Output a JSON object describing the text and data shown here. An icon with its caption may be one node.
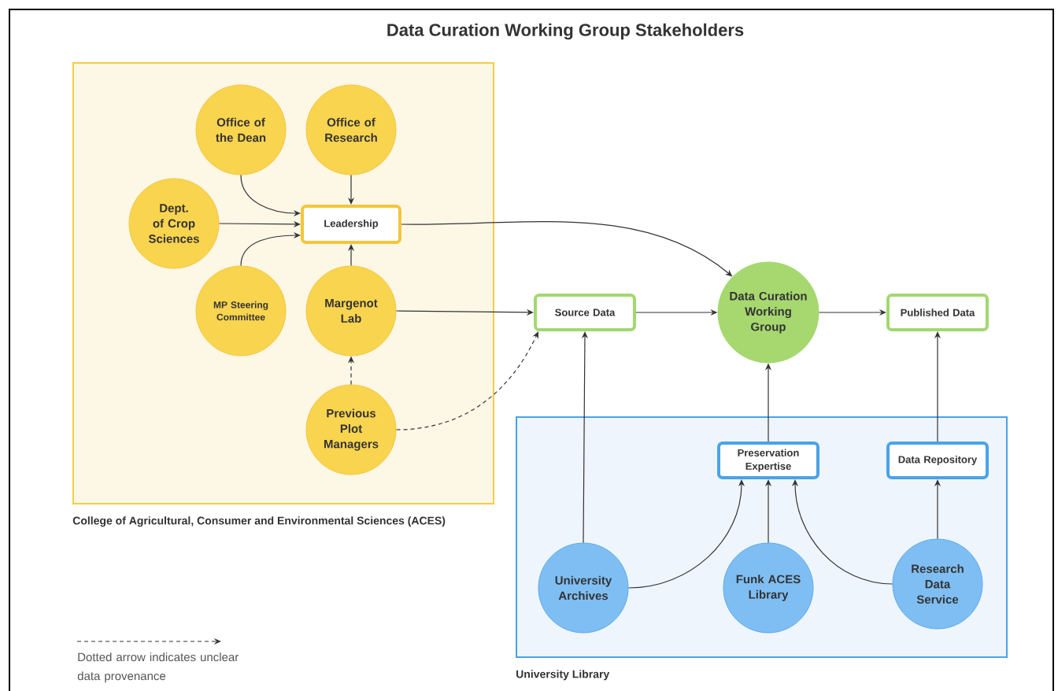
{
  "diagram": {
    "title": "Data Curation Working Group Stakeholders",
    "nodes": [
      {
        "text": [
          "College of Agricultural, Consumer and Environmental Sciences (ACES)"
        ]
      },
      {
        "text": [
          "Office of the Dean"
        ],
        "in": 0
      },
      {
        "text": [
          "Office of Research"
        ],
        "in": 0
      },
      {
        "text": [
          "Dept. of Crop Sciences"
        ],
        "in": 0
      },
      {
        "text": [
          "Leadership"
        ],
        "in": 0
      },
      {
        "text": [
          "MP Steering Committee"
        ],
        "in": 0
      },
      {
        "text": [
          "Margenot Lab"
        ],
        "in": 0
      },
      {
        "text": [
          "Previous Plot Managers"
        ],
        "in": 0
      },
      {
        "text": [
          "Source Data"
        ]
      },
      {
        "text": [
          "Data Curation Working Group"
        ]
      },
      {
        "text": [
          "Published Data"
        ]
      },
      {
        "text": [
          "University Library"
        ]
      },
      {
        "text": [
          "Preservation Expertise"
        ],
        "in": 11
      },
      {
        "text": [
          "Data Repository"
        ],
        "in": 11
      },
      {
        "text": [
          "University Archives"
        ],
        "in": 11
      },
      {
        "text": [
          "Funk ACES Library"
        ],
        "in": 11
      },
      {
        "text": [
          "Research Data Service"
        ],
        "in": 11
      }
    ],
    "edges": [
      {
        "from": 1,
        "to": 4,
        "arrow": "to"
      },
      {
        "from": 2,
        "to": 4,
        "arrow": "to"
      },
      {
        "from": 3,
        "to": 4,
        "arrow": "to"
      },
      {
        "from": 5,
        "to": 4,
        "arrow": "to"
      },
      {
        "from": 6,
        "to": 4,
        "arrow": "to"
      },
      {
        "from": 4,
        "to": 9,
        "arrow": "to"
      },
      {
        "from": 6,
        "to": 8,
        "arrow": "to"
      },
      {
        "from": 7,
        "to": 6,
        "arrow": "to",
        "style": "dashed"
      },
      {
        "from": 7,
        "to": 8,
        "arrow": "to",
        "style": "dashed"
      },
      {
        "from": 8,
        "to": 9,
        "arrow": "to"
      },
      {
        "from": 9,
        "to": 10,
        "arrow": "to"
      },
      {
        "from": 14,
        "to": 8,
        "arrow": "to"
      },
      {
        "from": 12,
        "to": 9,
        "arrow": "to"
      },
      {
        "from": 13,
        "to": 10,
        "arrow": "to"
      },
      {
        "from": 14,
        "to": 12,
        "arrow": "to"
      },
      {
        "from": 15,
        "to": 12,
        "arrow": "to"
      },
      {
        "from": 16,
        "to": 12,
        "arrow": "to"
      },
      {
        "from": 16,
        "to": 13,
        "arrow": "to"
      }
    ],
    "legend": [
      {
        "text": "Dotted arrow indicates unclear data provenance"
      }
    ]
  }
}
